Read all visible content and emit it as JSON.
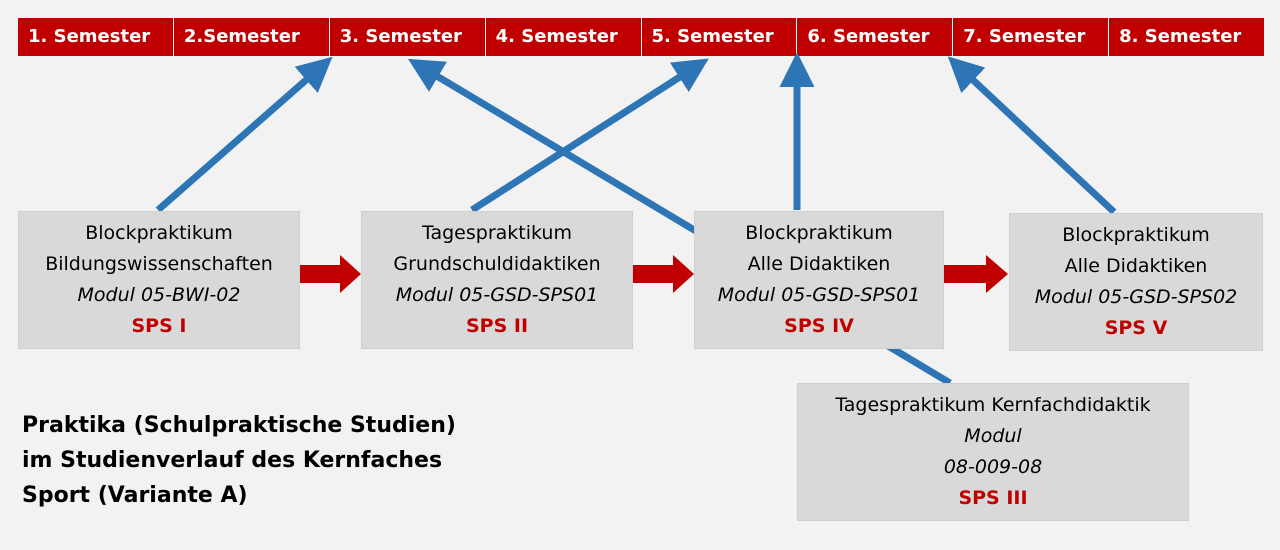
{
  "semesters": [
    "1. Semester",
    "2.Semester",
    "3. Semester",
    "4. Semester",
    "5. Semester",
    "6. Semester",
    "7. Semester",
    "8. Semester"
  ],
  "boxes": {
    "bwi": {
      "title": "Blockpraktikum",
      "subtitle": "Bildungswissenschaften",
      "module": "Modul 05-BWI-02",
      "code": "SPS I"
    },
    "gsd": {
      "title": "Tagespraktikum",
      "subtitle": "Grundschuldidaktiken",
      "module": "Modul 05-GSD-SPS01",
      "code": "SPS II"
    },
    "all1": {
      "title": "Blockpraktikum",
      "subtitle": "Alle Didaktiken",
      "module": "Modul 05-GSD-SPS01",
      "code": "SPS IV"
    },
    "all2": {
      "title": "Blockpraktikum",
      "subtitle": "Alle Didaktiken",
      "module": "Modul 05-GSD-SPS02",
      "code": "SPS V"
    },
    "kern": {
      "title": "Tagespraktikum Kernfachdidaktik",
      "module_label": "Modul",
      "module_number": "08-009-08",
      "code": "SPS III"
    }
  },
  "caption": {
    "line1": "Praktika (Schulpraktische Studien)",
    "line2": "im Studienverlauf des Kernfaches",
    "line3": "Sport (Variante A)"
  },
  "colors": {
    "semester_bar": "#c00000",
    "blue_arrow": "#2e75b6",
    "red_arrow": "#c00000",
    "box_fill": "#d9d9d9",
    "code_text": "#c00000"
  }
}
